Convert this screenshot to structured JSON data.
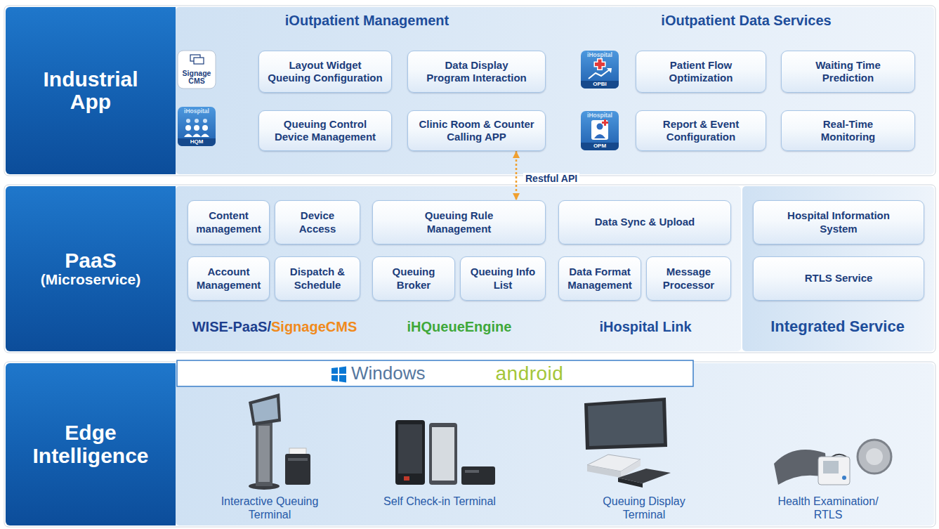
{
  "diagram": {
    "nodes": [
      {
        "text": [
          "Industrial App"
        ]
      },
      {
        "text": [
          "iOutpatient Management"
        ]
      },
      {
        "text": [
          "Signage CMS"
        ],
        "in": 1
      },
      {
        "text": [
          "Layout Widget Queuing Configuration"
        ],
        "in": 1
      },
      {
        "text": [
          "Data Display Program Interaction"
        ],
        "in": 1
      },
      {
        "text": [
          "iHospital",
          "HQM"
        ],
        "in": 1
      },
      {
        "text": [
          "Queuing Control Device Management"
        ],
        "in": 1
      },
      {
        "text": [
          "Clinic Room & Counter Calling APP"
        ],
        "in": 1
      },
      {
        "text": [
          "iOutpatient Data Services"
        ]
      },
      {
        "text": [
          "iHospital",
          "OPBI"
        ],
        "in": 8
      },
      {
        "text": [
          "Patient Flow Optimization"
        ],
        "in": 8
      },
      {
        "text": [
          "Waiting Time Prediction"
        ],
        "in": 8
      },
      {
        "text": [
          "iHospital",
          "OPM"
        ],
        "in": 8
      },
      {
        "text": [
          "Report & Event Configuration"
        ],
        "in": 8
      },
      {
        "text": [
          "Real-Time Monitoring"
        ],
        "in": 8
      },
      {
        "text": [
          "PaaS",
          "(Microservice)"
        ]
      },
      {
        "text": [
          "WISE-PaaS/",
          "SignageCMS"
        ]
      },
      {
        "text": [
          "Content management"
        ],
        "in": 16
      },
      {
        "text": [
          "Device Access"
        ],
        "in": 16
      },
      {
        "text": [
          "Account Management"
        ],
        "in": 16
      },
      {
        "text": [
          "Dispatch & Schedule"
        ],
        "in": 16
      },
      {
        "text": [
          "iHQueueEngine"
        ]
      },
      {
        "text": [
          "Queuing Rule Management"
        ],
        "in": 21
      },
      {
        "text": [
          "Queuing Broker"
        ],
        "in": 21
      },
      {
        "text": [
          "Queuing Info List"
        ],
        "in": 21
      },
      {
        "text": [
          "iHospital Link"
        ]
      },
      {
        "text": [
          "Data Sync & Upload"
        ],
        "in": 25
      },
      {
        "text": [
          "Data Format Management"
        ],
        "in": 25
      },
      {
        "text": [
          "Message Processor"
        ],
        "in": 25
      },
      {
        "text": [
          "Integrated Service"
        ]
      },
      {
        "text": [
          "Hospital Information System"
        ],
        "in": 29
      },
      {
        "text": [
          "RTLS Service"
        ],
        "in": 29
      },
      {
        "text": [
          "Windows",
          "android"
        ]
      },
      {
        "text": [
          "Edge Intelligence"
        ]
      }
    ],
    "edges": [
      {
        "from": 7,
        "to": 22,
        "label": "Restful API",
        "arrow": "both"
      }
    ],
    "labels": [
      "Interactive Queuing Terminal",
      "Self Check-in Terminal",
      "Queuing Display Terminal",
      "Health Examination/ RTLS"
    ]
  }
}
